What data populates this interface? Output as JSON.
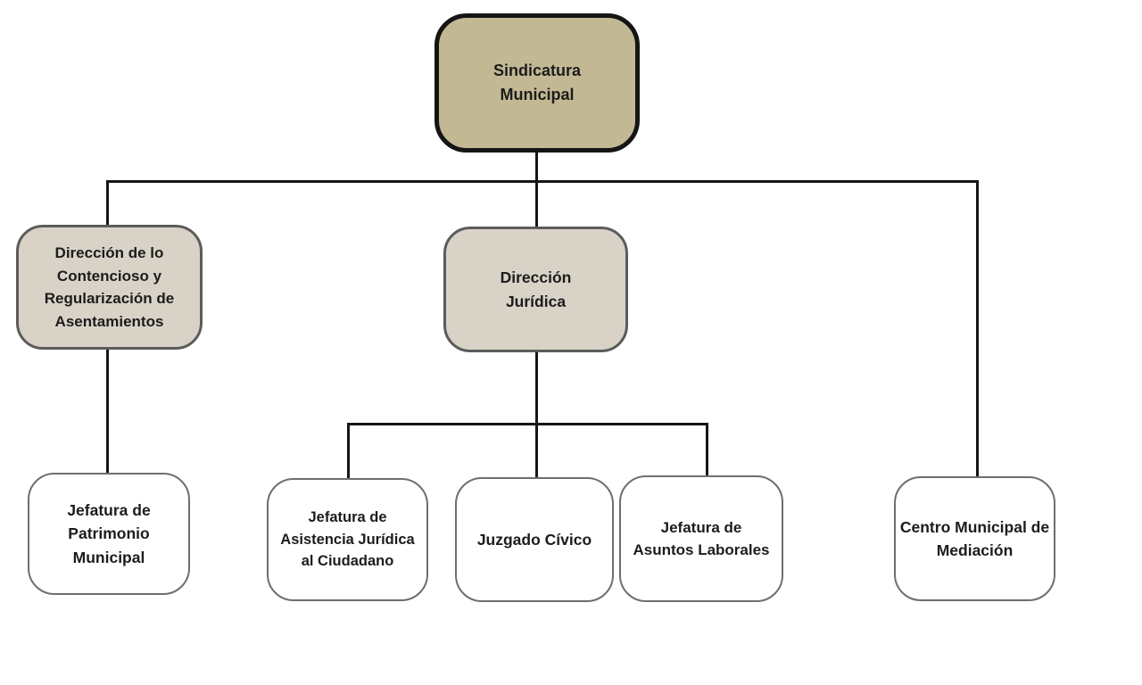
{
  "diagram": {
    "type": "org-chart",
    "nodes": {
      "sindicatura": {
        "label": "Sindicatura\nMunicipal",
        "level": 1
      },
      "contencioso": {
        "label": "Dirección de lo\nContencioso y\nRegularización de\nAsentamientos",
        "level": 2
      },
      "juridica": {
        "label": "Dirección\nJurídica",
        "level": 2
      },
      "patrimonio": {
        "label": "Jefatura de\nPatrimonio\nMunicipal",
        "level": 3
      },
      "asistencia": {
        "label": "Jefatura de\nAsistencia Jurídica\nal Ciudadano",
        "level": 3
      },
      "juzgado": {
        "label": "Juzgado Cívico",
        "level": 3
      },
      "laborales": {
        "label": "Jefatura de\nAsuntos Laborales",
        "level": 3
      },
      "mediacion": {
        "label": "Centro Municipal de\nMediación",
        "level": 3
      }
    },
    "edges": [
      {
        "from": "sindicatura",
        "to": "contencioso"
      },
      {
        "from": "sindicatura",
        "to": "juridica"
      },
      {
        "from": "sindicatura",
        "to": "mediacion"
      },
      {
        "from": "contencioso",
        "to": "patrimonio"
      },
      {
        "from": "juridica",
        "to": "asistencia"
      },
      {
        "from": "juridica",
        "to": "juzgado"
      },
      {
        "from": "juridica",
        "to": "laborales"
      }
    ],
    "colors": {
      "background": "#ffffff",
      "level1_fill": "#c2b894",
      "level1_border": "#151515",
      "level2_fill": "#d9d3c7",
      "level2_border": "#5c5c5c",
      "level3_fill": "#ffffff",
      "level3_border": "#6e6e6e",
      "connector": "#161616"
    }
  }
}
